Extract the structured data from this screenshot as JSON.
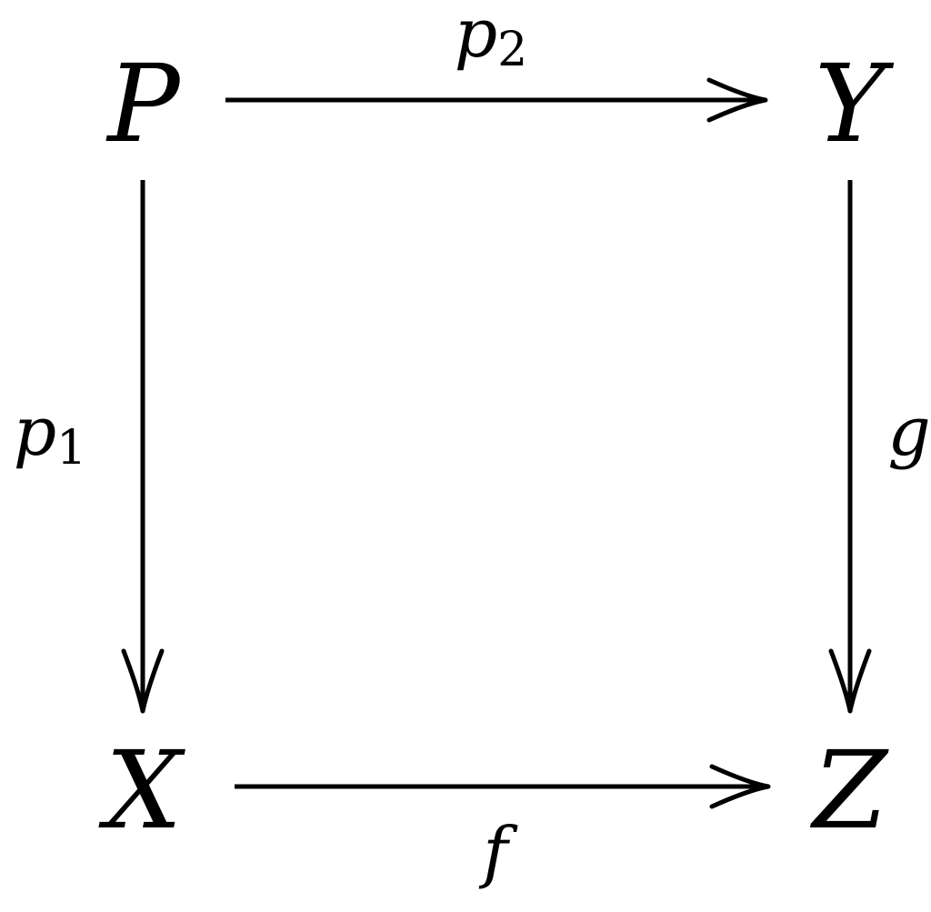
{
  "diagram": {
    "nodes": {
      "top_left": "P",
      "top_right": "Y",
      "bottom_left": "X",
      "bottom_right": "Z"
    },
    "arrows": {
      "top": {
        "from": "P",
        "to": "Y",
        "label_main": "p",
        "label_sub": "2"
      },
      "left": {
        "from": "P",
        "to": "X",
        "label_main": "p",
        "label_sub": "1"
      },
      "right": {
        "from": "Y",
        "to": "Z",
        "label_main": "g"
      },
      "bottom": {
        "from": "X",
        "to": "Z",
        "label_main": "f"
      }
    },
    "colors": {
      "ink": "#000000",
      "background": "#ffffff"
    }
  }
}
